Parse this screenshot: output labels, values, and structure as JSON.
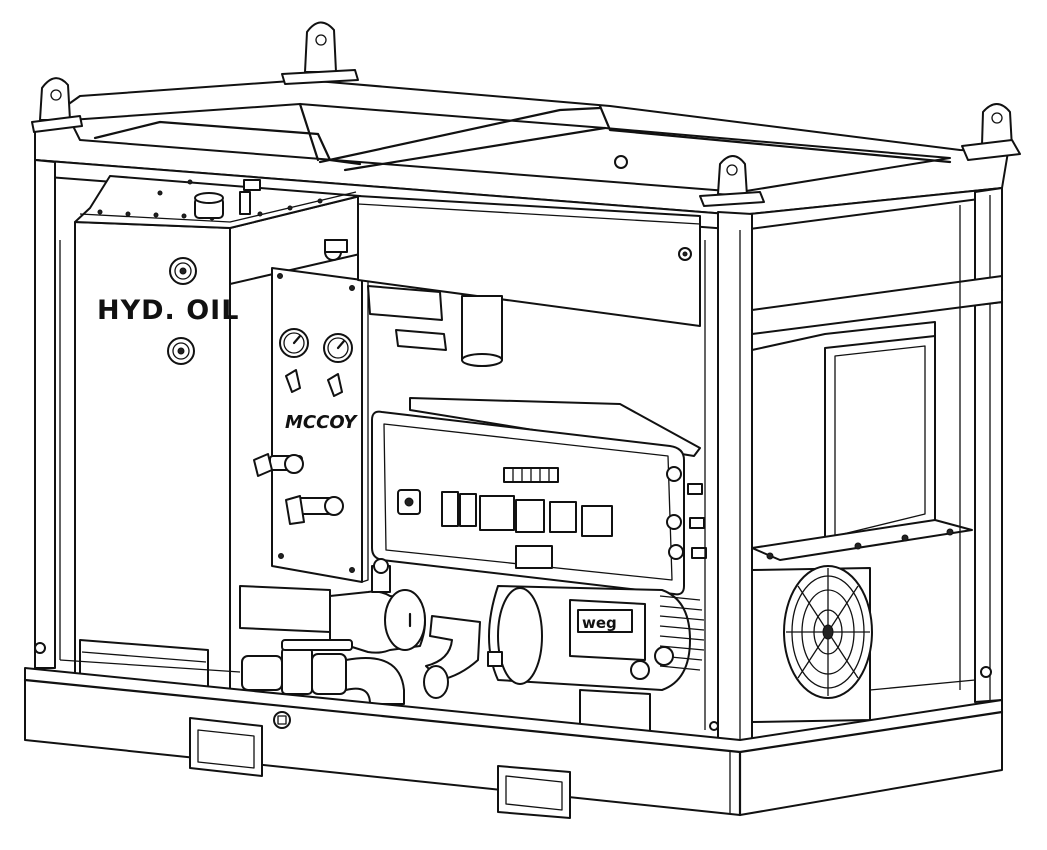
{
  "labels": {
    "tank": "HYD. OIL",
    "brand": "MCCOY",
    "motor_brand": "weg"
  }
}
